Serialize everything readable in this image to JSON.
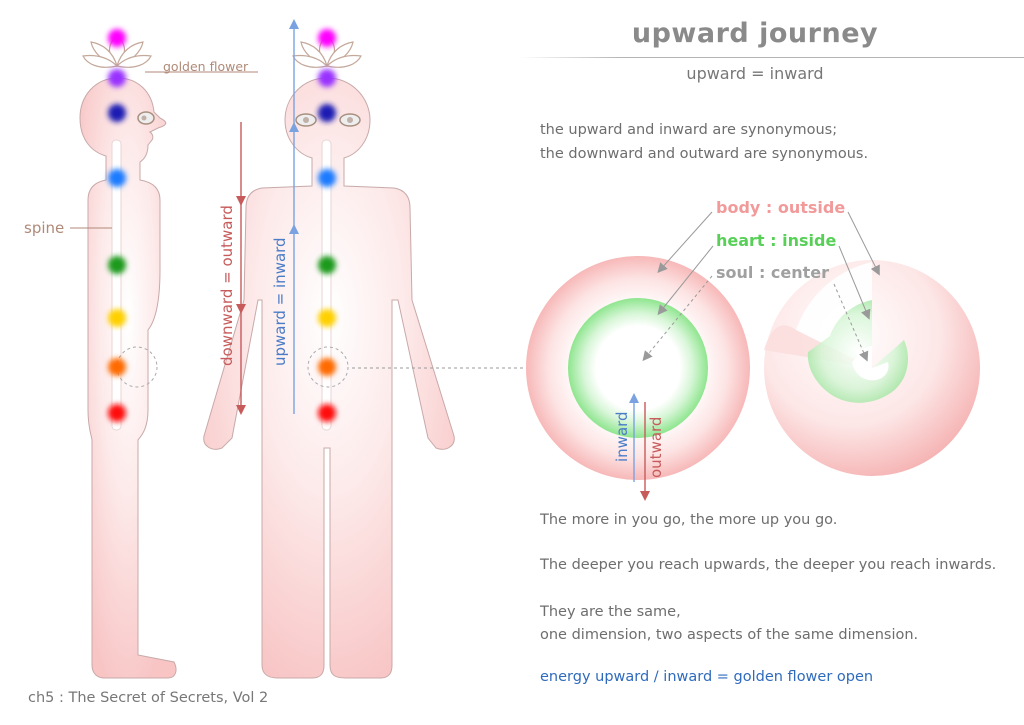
{
  "title": "upward journey",
  "subtitle": "upward = inward",
  "intro": [
    "the upward and inward are synonymous;",
    "the downward and outward are synonymous."
  ],
  "labels": {
    "golden_flower": "golden flower",
    "spine": "spine",
    "downward_outward": "downward = outward",
    "upward_inward": "upward = inward",
    "inward": "inward",
    "outward": "outward",
    "body": "body : outside",
    "heart": "heart : inside",
    "soul": "soul : center"
  },
  "quotes": [
    "The more in you go, the more up you go.",
    "The deeper you reach upwards, the deeper you reach inwards.",
    "They are the same,",
    "one dimension, two aspects of the same dimension."
  ],
  "conclusion": "energy upward / inward = golden flower open",
  "source": "ch5 : The Secret of Secrets, Vol 2",
  "chakra_colors": [
    "#ff00ff",
    "#9933ff",
    "#1a1ab3",
    "#1e7bff",
    "#1a9a1a",
    "#ffd000",
    "#ff6a00",
    "#ff1010"
  ],
  "colors": {
    "body_pink": "#f5b4b4",
    "heart_green": "#7de07d",
    "soul_white": "#ffffff",
    "up_blue": "#7aa2e0",
    "down_red": "#c75a5a",
    "label_brown": "#b08a78",
    "body_label": "#f29a9a",
    "heart_label": "#58d058",
    "soul_label": "#a0a0a0"
  }
}
